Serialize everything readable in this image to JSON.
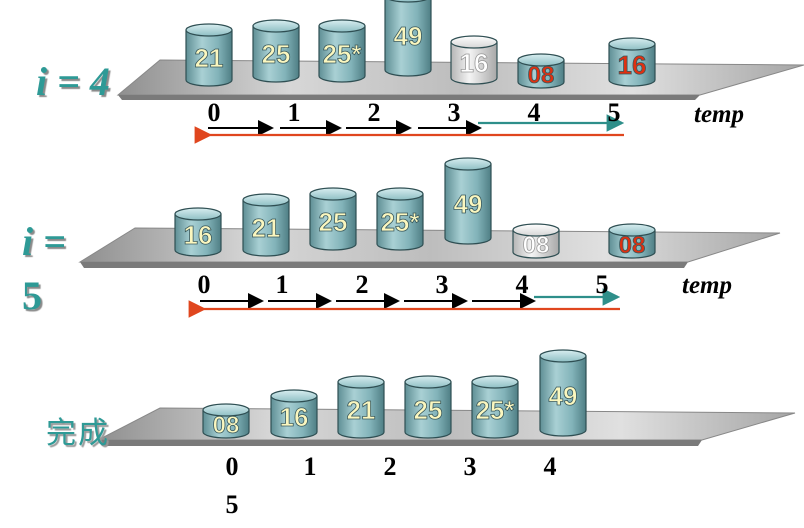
{
  "stages": [
    {
      "label": "i = 4",
      "indices": [
        "0",
        "1",
        "2",
        "3",
        "4",
        "5"
      ],
      "temp_label": "temp",
      "cylinders": [
        {
          "text": "21",
          "kind": "normal",
          "height": "medium"
        },
        {
          "text": "25",
          "kind": "normal",
          "height": "medium"
        },
        {
          "text": "25*",
          "kind": "normal",
          "height": "medium"
        },
        {
          "text": "49",
          "kind": "normal",
          "height": "tall"
        },
        {
          "text": "16",
          "kind": "faded",
          "height": "medium-short"
        },
        {
          "text": "08",
          "kind": "highlight",
          "height": "short"
        },
        {
          "text": "16",
          "kind": "highlight",
          "height": "medium-short"
        }
      ]
    },
    {
      "label_line1": "i =",
      "label_line2": "5",
      "indices": [
        "0",
        "1",
        "2",
        "3",
        "4",
        "5"
      ],
      "temp_label": "temp",
      "cylinders": [
        {
          "text": "16",
          "kind": "normal",
          "height": "medium-short"
        },
        {
          "text": "21",
          "kind": "normal",
          "height": "medium"
        },
        {
          "text": "25",
          "kind": "normal",
          "height": "medium"
        },
        {
          "text": "25*",
          "kind": "normal",
          "height": "medium"
        },
        {
          "text": "49",
          "kind": "normal",
          "height": "tall"
        },
        {
          "text": "08",
          "kind": "faded",
          "height": "short"
        },
        {
          "text": "08",
          "kind": "highlight",
          "height": "short"
        }
      ]
    },
    {
      "label": "完成",
      "indices": [
        "0",
        "1",
        "2",
        "3",
        "4"
      ],
      "index_extra": "5",
      "cylinders": [
        {
          "text": "08",
          "kind": "normal",
          "height": "short"
        },
        {
          "text": "16",
          "kind": "normal",
          "height": "medium-short"
        },
        {
          "text": "21",
          "kind": "normal",
          "height": "medium"
        },
        {
          "text": "25",
          "kind": "normal",
          "height": "medium"
        },
        {
          "text": "25*",
          "kind": "normal",
          "height": "medium"
        },
        {
          "text": "49",
          "kind": "normal",
          "height": "tall"
        }
      ]
    }
  ],
  "colors": {
    "label_teal": "#2e9a96",
    "cyl_normal": "#7fb2b8",
    "cyl_text": "#fbf7bf",
    "cyl_faded": "#e2e2e2",
    "cyl_highlight_text": "#e03010",
    "arrow_black": "#000000",
    "arrow_teal": "#2e8f8a",
    "arrow_red": "#e0461e"
  }
}
